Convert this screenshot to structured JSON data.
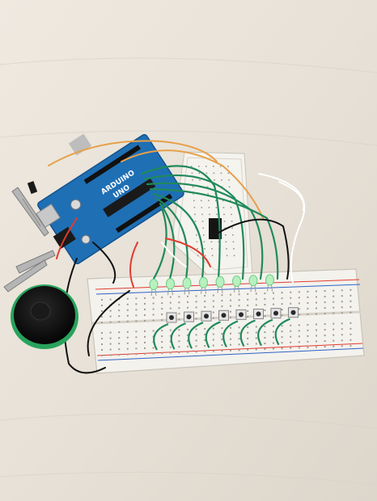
{
  "photo": {
    "arduino_label": "ARDUINO",
    "board_model": "UNO",
    "led_count": 8,
    "button_count": 8
  },
  "colors": {
    "table": "#e9e4dc",
    "board_blue": "#1f6fb5",
    "breadboard": "#f3f1ec",
    "wire_green": "#1f8a5a",
    "wire_orange": "#e7a04a",
    "wire_red": "#e23b2e",
    "wire_black": "#111111",
    "speaker_ring": "#27a35c"
  }
}
